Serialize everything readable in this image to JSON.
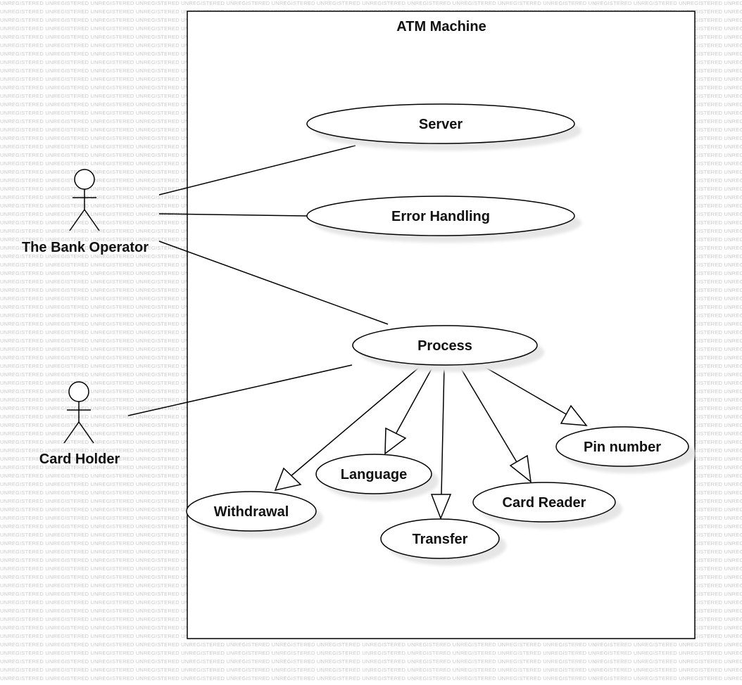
{
  "watermark_text": "UNREGISTERED",
  "system": {
    "title": "ATM Machine"
  },
  "actors": {
    "bank_operator": "The Bank Operator",
    "card_holder": "Card Holder"
  },
  "use_cases": {
    "server": "Server",
    "error_handling": "Error Handling",
    "process": "Process",
    "withdrawal": "Withdrawal",
    "language": "Language",
    "transfer": "Transfer",
    "card_reader": "Card Reader",
    "pin_number": "Pin number"
  },
  "colors": {
    "line": "#000000",
    "shadow": "#e6e6e6",
    "watermark": "#c9c9c9"
  }
}
